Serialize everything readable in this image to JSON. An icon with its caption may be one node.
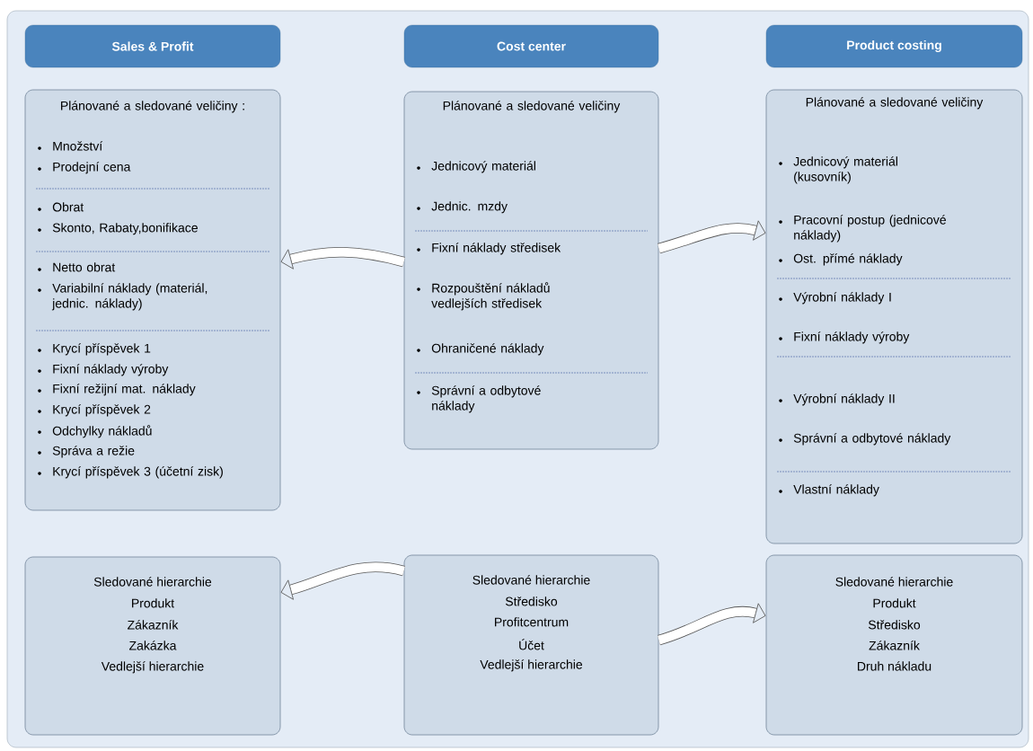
{
  "diagram": {
    "nodes": [
      {
        "text": [
          "Sales & Profit"
        ]
      },
      {
        "text": [
          "Cost center"
        ]
      },
      {
        "text": [
          "Product costing"
        ]
      },
      {
        "text": [
          "Plánované a sledované veličiny :",
          "Množství",
          "Prodejní cena",
          "Obrat",
          "Skonto, Rabaty,bonifikace",
          "Netto obrat",
          "Variabilní náklady (materiál, jednic. náklady)",
          "Krycí příspěvek 1",
          "Fixní náklady výroby",
          "Fixní režijní mat. náklady",
          "Krycí příspěvek 2",
          "Odchylky nákladů",
          "Správa a režie",
          "Krycí příspěvek 3 (účetní zisk)"
        ]
      },
      {
        "text": [
          "Plánované a sledované veličiny",
          "Jednicový materiál",
          "Jednic. mzdy",
          "Fixní náklady středisek",
          "Rozpouštění nákladů vedlejších středisek",
          "Ohraničené náklady",
          "Správní a odbytové náklady"
        ]
      },
      {
        "text": [
          "Plánované a sledované veličiny",
          "Jednicový materiál (kusovník)",
          "Pracovní postup (jednicové náklady)",
          "Ost. přímé náklady",
          "Výrobní náklady I",
          "Fixní náklady výroby",
          "Výrobní náklady II",
          "Správní a odbytové náklady",
          "Vlastní náklady"
        ]
      },
      {
        "text": [
          "Sledované hierarchie",
          "Produkt",
          "Zákazník",
          "Zakázka",
          "Vedlejší hierarchie"
        ]
      },
      {
        "text": [
          "Sledované hierarchie",
          "Středisko",
          "Profitcentrum",
          "Účet",
          "Vedlejší hierarchie"
        ]
      },
      {
        "text": [
          "Sledované hierarchie",
          "Produkt",
          "Středisko",
          "Zákazník",
          "Druh nákladu"
        ]
      }
    ],
    "edges": [
      {
        "from": 4,
        "to": 3,
        "arrow": "to"
      },
      {
        "from": 4,
        "to": 5,
        "arrow": "to"
      },
      {
        "from": 7,
        "to": 6,
        "arrow": "to"
      },
      {
        "from": 7,
        "to": 8,
        "arrow": "to"
      }
    ]
  }
}
